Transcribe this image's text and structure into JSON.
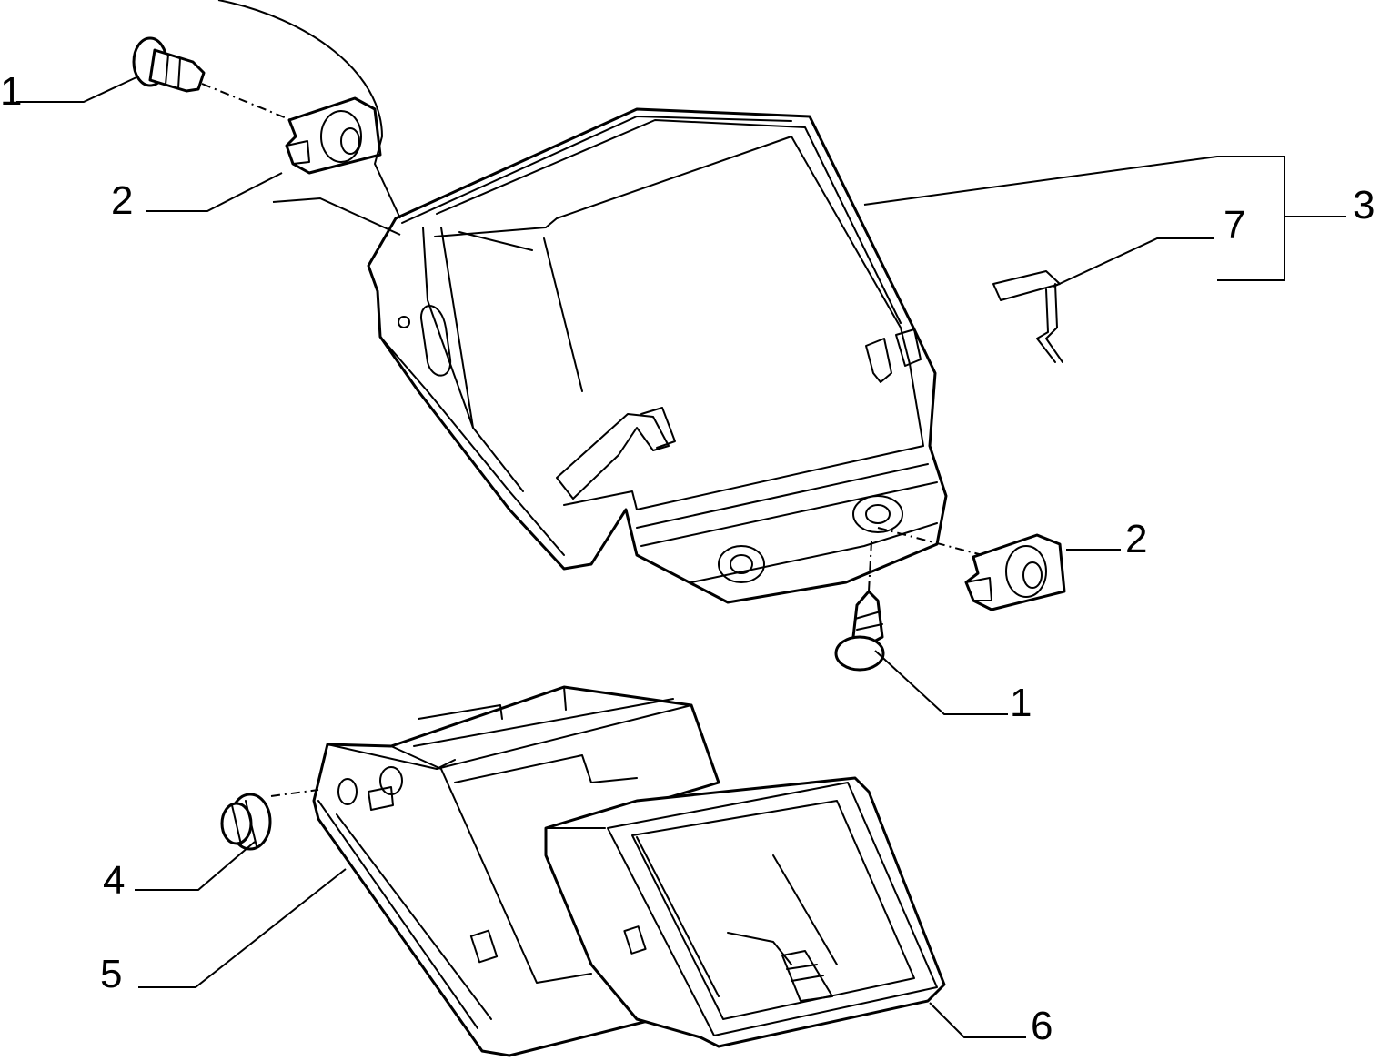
{
  "diagram": {
    "callouts": [
      "1",
      "2",
      "3",
      "7",
      "2",
      "1",
      "4",
      "5",
      "6"
    ]
  }
}
